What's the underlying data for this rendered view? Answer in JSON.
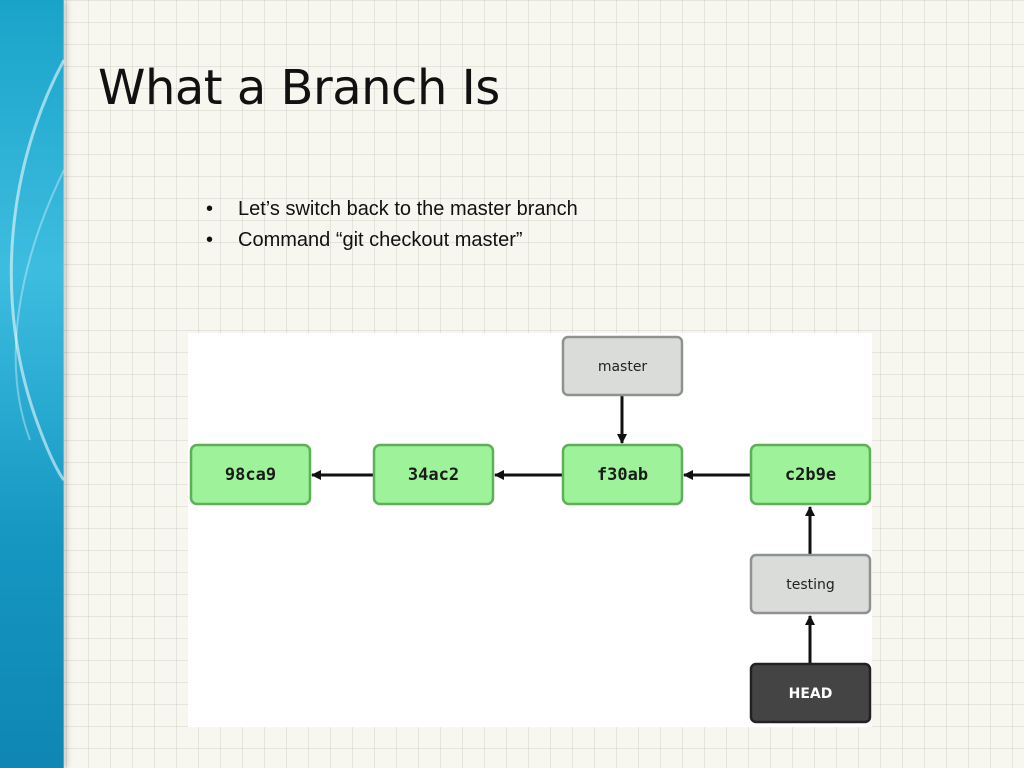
{
  "slide": {
    "title": "What a Branch Is",
    "bullets": [
      "Let’s switch back to the master branch",
      "Command “git checkout master”"
    ],
    "bullet_glyph": "•"
  },
  "diagram": {
    "commits": [
      "98ca9",
      "34ac2",
      "f30ab",
      "c2b9e"
    ],
    "branches": {
      "master": "master",
      "testing": "testing",
      "head": "HEAD"
    },
    "colors": {
      "commit_fill": "#9df29a",
      "commit_stroke": "#5fae5a",
      "branch_fill": "#d9dcd9",
      "branch_stroke": "#8f928f",
      "head_fill": "#444444",
      "head_stroke": "#222222",
      "arrow": "#111111"
    }
  },
  "theme": {
    "accent": "#1aa3c9"
  }
}
